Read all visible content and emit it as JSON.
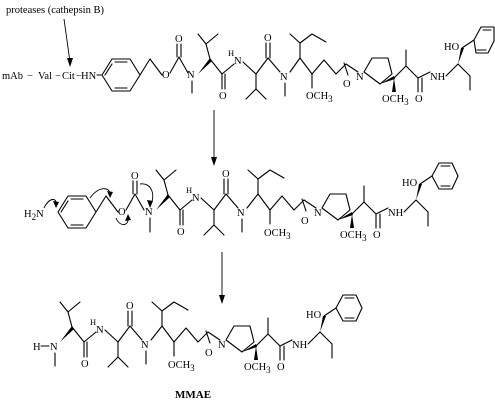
{
  "diagram": {
    "annotation": "proteases (cathepsin B)",
    "top": {
      "mab": "mAb",
      "dash1": "−",
      "val": "Val",
      "dash2": "−",
      "cit": "Cit",
      "dash3": "−",
      "hn": "HN"
    },
    "atoms": {
      "o": "O",
      "n": "N",
      "nh": "NH",
      "ho": "HO",
      "och3_main": "OCH",
      "och3_sub": "3",
      "h2n_main": "H",
      "h2n_sub": "2",
      "h2n_n": "N",
      "h": "H",
      "nh_lower": "N"
    },
    "product_name": "MMAE"
  }
}
